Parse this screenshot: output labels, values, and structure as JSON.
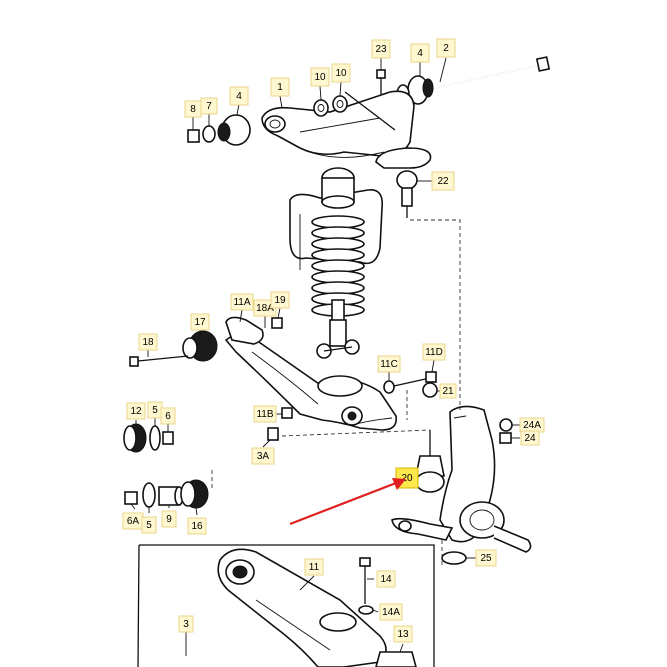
{
  "accent_color": "#e02020",
  "callouts": [
    {
      "id": "c23",
      "label": "23"
    },
    {
      "id": "c4a",
      "label": "4"
    },
    {
      "id": "c2",
      "label": "2"
    },
    {
      "id": "c1",
      "label": "1"
    },
    {
      "id": "c10a",
      "label": "10"
    },
    {
      "id": "c10b",
      "label": "10"
    },
    {
      "id": "c8",
      "label": "8"
    },
    {
      "id": "c7",
      "label": "7"
    },
    {
      "id": "c4b",
      "label": "4"
    },
    {
      "id": "c22",
      "label": "22"
    },
    {
      "id": "c11a",
      "label": "11A"
    },
    {
      "id": "c18a",
      "label": "18A"
    },
    {
      "id": "c19",
      "label": "19"
    },
    {
      "id": "c18",
      "label": "18"
    },
    {
      "id": "c17",
      "label": "17"
    },
    {
      "id": "c11c",
      "label": "11C"
    },
    {
      "id": "c11d",
      "label": "11D"
    },
    {
      "id": "c21",
      "label": "21"
    },
    {
      "id": "c12",
      "label": "12"
    },
    {
      "id": "c5a",
      "label": "5"
    },
    {
      "id": "c6",
      "label": "6"
    },
    {
      "id": "c11b",
      "label": "11B"
    },
    {
      "id": "c24a",
      "label": "24A"
    },
    {
      "id": "c24",
      "label": "24"
    },
    {
      "id": "c3a",
      "label": "3A"
    },
    {
      "id": "c20",
      "label": "20",
      "highlighted": true
    },
    {
      "id": "c6a",
      "label": "6A"
    },
    {
      "id": "c5b",
      "label": "5"
    },
    {
      "id": "c9",
      "label": "9"
    },
    {
      "id": "c16",
      "label": "16"
    },
    {
      "id": "c25",
      "label": "25"
    },
    {
      "id": "c11",
      "label": "11"
    },
    {
      "id": "c14",
      "label": "14"
    },
    {
      "id": "c14a",
      "label": "14A"
    },
    {
      "id": "c3",
      "label": "3"
    },
    {
      "id": "c13",
      "label": "13"
    }
  ]
}
